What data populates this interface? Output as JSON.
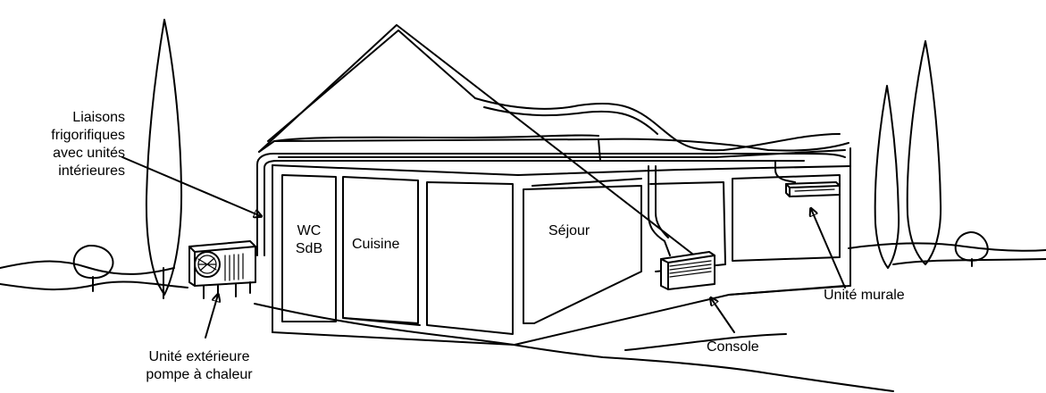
{
  "labels": {
    "liaisons": [
      "Liaisons",
      "frigorifiques",
      "avec unités",
      "intérieures"
    ],
    "wc": "WC",
    "sdb": "SdB",
    "cuisine": "Cuisine",
    "sejour": "Séjour",
    "unite_murale": "Unité murale",
    "console": "Console",
    "unite_exterieure": [
      "Unité extérieure",
      "pompe à chaleur"
    ]
  }
}
